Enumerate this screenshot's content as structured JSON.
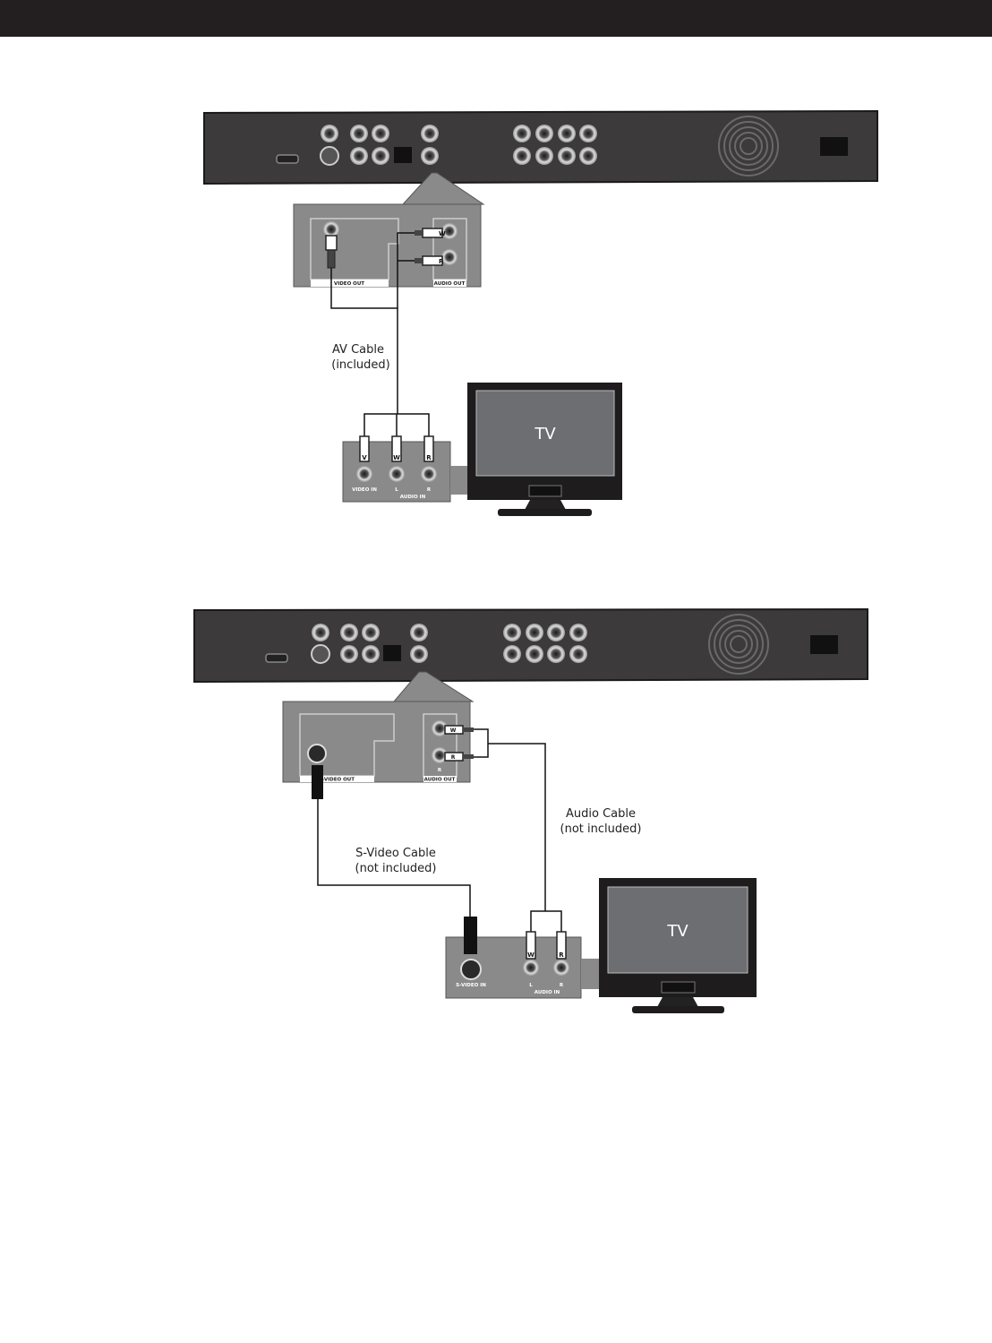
{
  "diagram1": {
    "cable_label_line1": "AV Cable",
    "cable_label_line2": "(included)",
    "player_panel": {
      "video_out": "VIDEO OUT",
      "audio_out": "AUDIO OUT"
    },
    "plug_letters": {
      "video": "V",
      "left": "W",
      "right": "R"
    },
    "tv_panel": {
      "video_in": "VIDEO IN",
      "audio_in": "AUDIO IN",
      "left": "L",
      "right": "R"
    },
    "tv_label": "TV"
  },
  "diagram2": {
    "svideo_label_line1": "S-Video Cable",
    "svideo_label_line2": "(not included)",
    "audio_label_line1": "Audio Cable",
    "audio_label_line2": "(not included)",
    "player_panel": {
      "svideo_out": "S-VIDEO OUT",
      "audio_out": "AUDIO OUT",
      "right": "R"
    },
    "plug_letters": {
      "left": "W",
      "right": "R"
    },
    "tv_panel": {
      "svideo_in": "S-VIDEO IN",
      "audio_in": "AUDIO IN",
      "left": "L",
      "right": "R"
    },
    "tv_label": "TV"
  },
  "colors": {
    "bar": "#231f20",
    "device": "#3c3a3b",
    "panel": "#8a8a8b",
    "tv_screen": "#6d6e71"
  }
}
